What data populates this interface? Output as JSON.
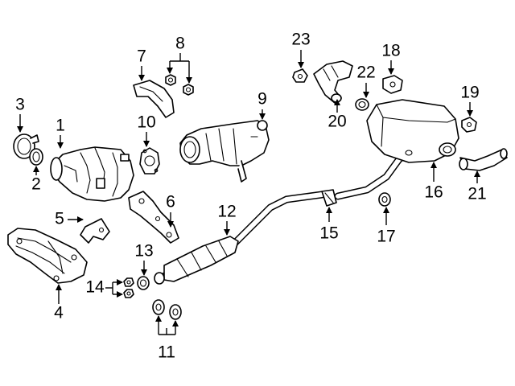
{
  "diagram": {
    "callouts": [
      {
        "id": "c1",
        "text": "1"
      },
      {
        "id": "c2",
        "text": "2"
      },
      {
        "id": "c3",
        "text": "3"
      },
      {
        "id": "c4",
        "text": "4"
      },
      {
        "id": "c5",
        "text": "5"
      },
      {
        "id": "c6",
        "text": "6"
      },
      {
        "id": "c7",
        "text": "7"
      },
      {
        "id": "c8",
        "text": "8"
      },
      {
        "id": "c9",
        "text": "9"
      },
      {
        "id": "c10",
        "text": "10"
      },
      {
        "id": "c11",
        "text": "11"
      },
      {
        "id": "c12",
        "text": "12"
      },
      {
        "id": "c13",
        "text": "13"
      },
      {
        "id": "c14",
        "text": "14"
      },
      {
        "id": "c15",
        "text": "15"
      },
      {
        "id": "c16",
        "text": "16"
      },
      {
        "id": "c17",
        "text": "17"
      },
      {
        "id": "c18",
        "text": "18"
      },
      {
        "id": "c19",
        "text": "19"
      },
      {
        "id": "c20",
        "text": "20"
      },
      {
        "id": "c21",
        "text": "21"
      },
      {
        "id": "c22",
        "text": "22"
      },
      {
        "id": "c23",
        "text": "23"
      }
    ]
  }
}
